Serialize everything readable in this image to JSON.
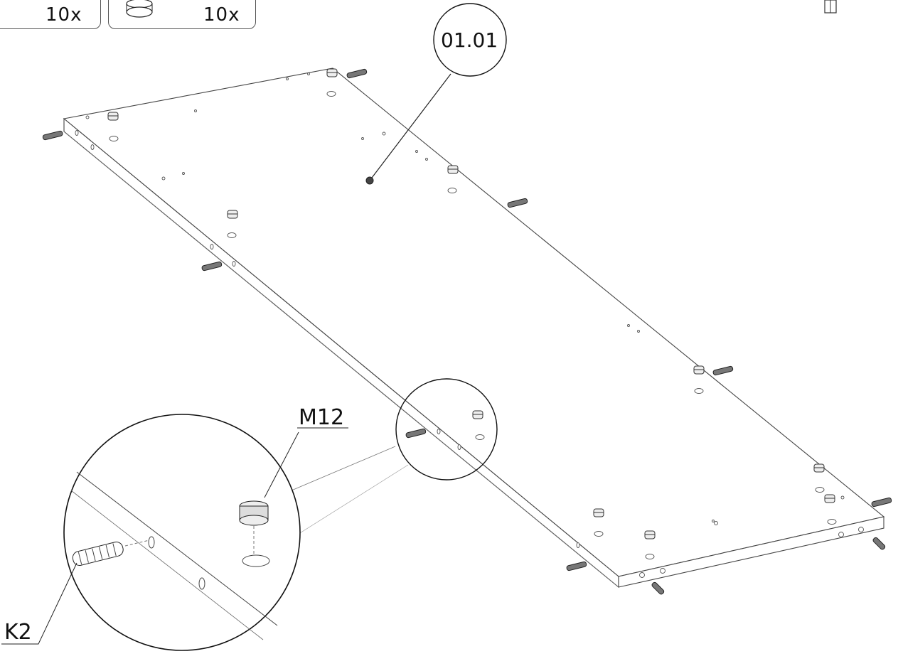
{
  "parts_header": {
    "items": [
      {
        "quantity": "10x",
        "icon": "dowel-pin-icon"
      },
      {
        "quantity": "10x",
        "icon": "cam-lock-icon"
      }
    ]
  },
  "step_label": "01.01",
  "callouts": {
    "cam_lock_label": "M12",
    "dowel_label": "K2"
  }
}
